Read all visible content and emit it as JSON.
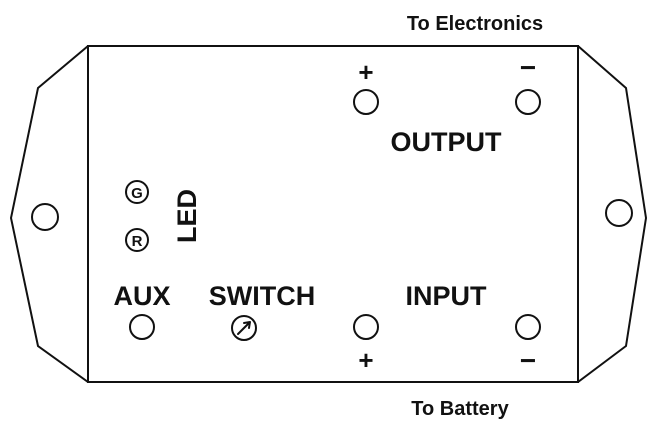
{
  "header": {
    "top_label": "To Electronics"
  },
  "footer": {
    "bottom_label": "To Battery"
  },
  "terminals": {
    "output_label": "OUTPUT",
    "input_label": "INPUT",
    "output_plus": "+",
    "output_minus": "−",
    "input_plus": "+",
    "input_minus": "−"
  },
  "led": {
    "label": "LED",
    "green_letter": "G",
    "red_letter": "R"
  },
  "aux": {
    "label": "AUX"
  },
  "switch": {
    "label": "SWITCH"
  },
  "colors": {
    "stroke": "#111111",
    "background": "#ffffff"
  }
}
